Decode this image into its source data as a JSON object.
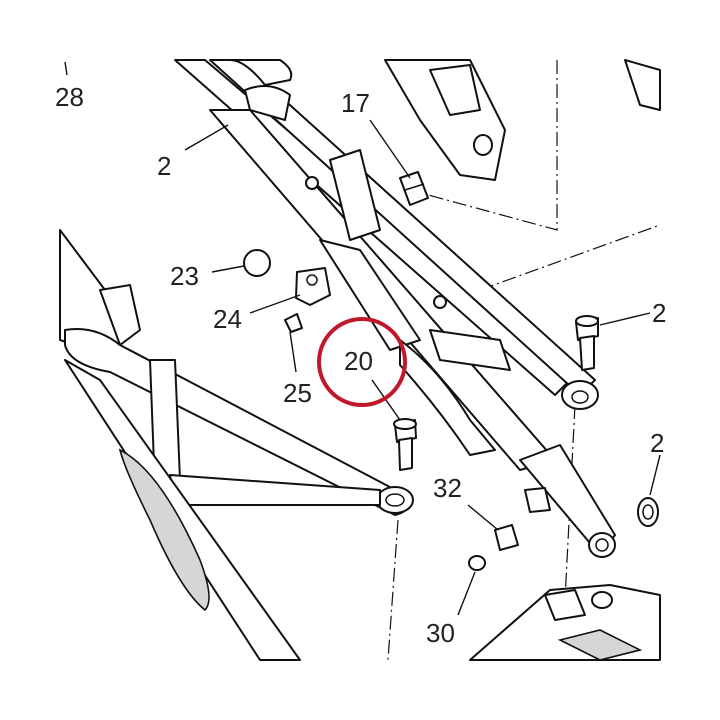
{
  "diagram": {
    "callouts": [
      {
        "id": "28",
        "label": "28"
      },
      {
        "id": "2",
        "label": "2"
      },
      {
        "id": "17",
        "label": "17"
      },
      {
        "id": "23",
        "label": "23"
      },
      {
        "id": "24",
        "label": "24"
      },
      {
        "id": "25",
        "label": "25"
      },
      {
        "id": "20",
        "label": "20"
      },
      {
        "id": "32",
        "label": "32"
      },
      {
        "id": "30",
        "label": "30"
      },
      {
        "id": "2r1",
        "label": "2"
      },
      {
        "id": "2r2",
        "label": "2"
      }
    ],
    "highlight": {
      "target": "20",
      "color": "#c0182a"
    },
    "colors": {
      "line": "#111111",
      "fill": "#ffffff",
      "shade": "#d6d6d6"
    }
  }
}
